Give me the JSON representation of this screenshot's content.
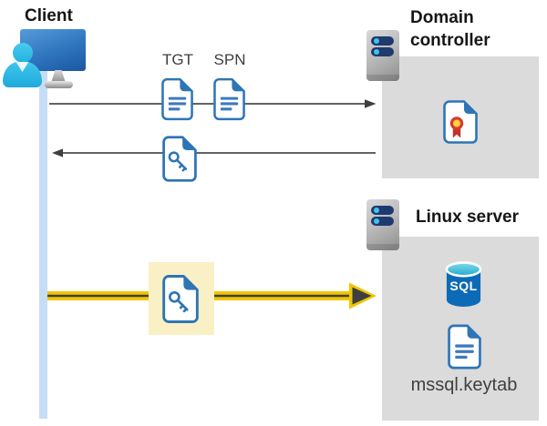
{
  "diagram": {
    "client": {
      "label": "Client"
    },
    "tickets": {
      "tgt": "TGT",
      "spn": "SPN"
    },
    "domain_controller": {
      "label": "Domain controller"
    },
    "linux_server": {
      "label": "Linux server",
      "sql_badge": "SQL",
      "keytab": "mssql.keytab"
    },
    "colors": {
      "doc_blue": "#2E75B6",
      "doc_line_blue": "#3E79BE",
      "accent_yellow": "#F2C500",
      "highlight_bg": "#FAF0C5",
      "timeline_blue": "#C5DDF6",
      "box_gray": "#DBDBDB",
      "arrow_gray": "#4D4D4D",
      "sql_body_blue": "#0D6AB7",
      "sql_top_cyan": "#38BFDA",
      "cert_red": "#D83B2D",
      "cert_yellow": "#FFD23B",
      "person_cyan": "#2FBFE9",
      "server_navy": "#1E3A6E"
    }
  }
}
